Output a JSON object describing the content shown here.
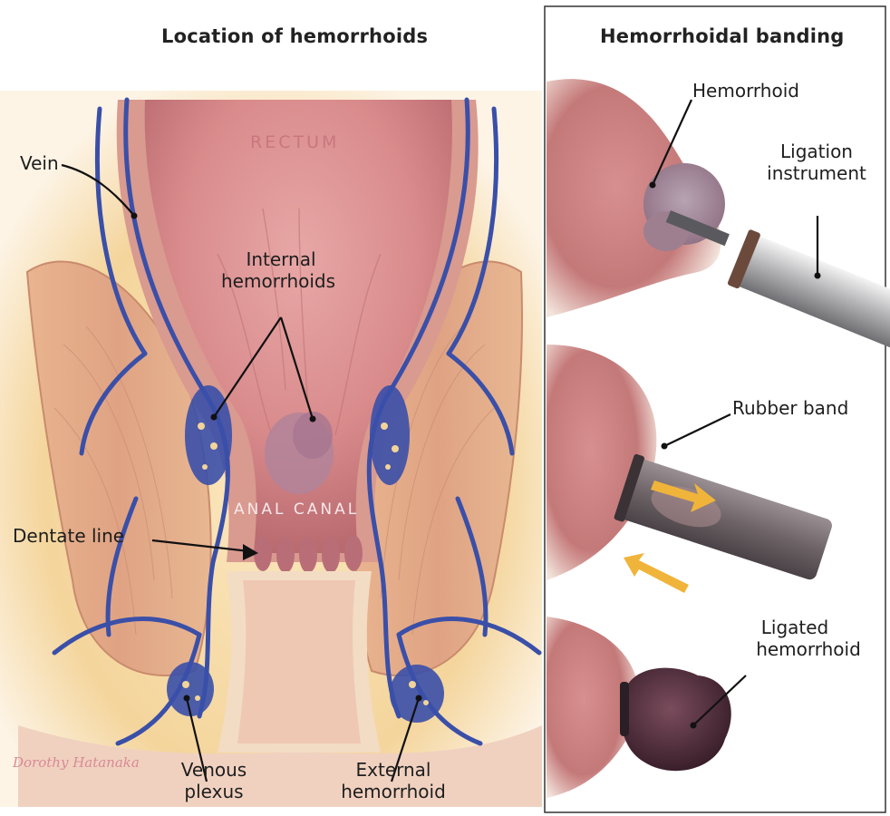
{
  "left_panel": {
    "title": "Location of hemorrhoids",
    "region_rectum": "RECTUM",
    "region_anal_canal": "ANAL CANAL",
    "labels": {
      "vein": "Vein",
      "internal_line1": "Internal",
      "internal_line2": "hemorrhoids",
      "dentate_line": "Dentate line",
      "venous_line1": "Venous",
      "venous_line2": "plexus",
      "external_line1": "External",
      "external_line2": "hemorrhoid"
    },
    "signature": "Dorothy Hatanaka"
  },
  "right_panel": {
    "title": "Hemorrhoidal banding",
    "labels": {
      "hemorrhoid": "Hemorrhoid",
      "ligation_line1": "Ligation",
      "ligation_line2": "instrument",
      "rubber_band": "Rubber band",
      "ligated_line1": "Ligated",
      "ligated_line2": "hemorrhoid"
    }
  },
  "colors": {
    "vein_blue": "#3a4fa8",
    "tissue_pink": "#d98c8c",
    "fat_yellow": "#f2d49a",
    "arrow_yellow": "#f0b43a"
  }
}
